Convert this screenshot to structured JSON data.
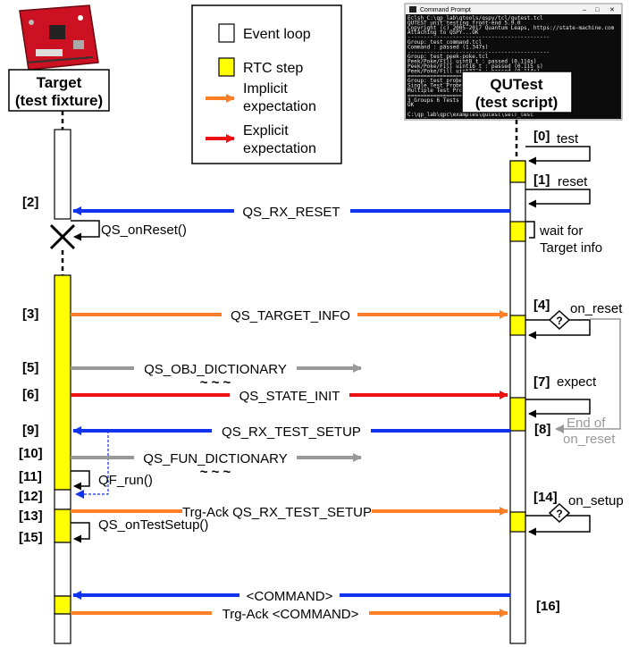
{
  "legend": {
    "event_loop": "Event loop",
    "rtc_step": "RTC step",
    "implicit_1": "Implicit",
    "implicit_2": "expectation",
    "explicit_1": "Explicit",
    "explicit_2": "expectation"
  },
  "target": {
    "title_1": "Target",
    "title_2": "(test fixture)",
    "board_icon": "circuit-board-icon"
  },
  "qutest": {
    "title_1": "QUTest",
    "title_2": "(test script)",
    "terminal": {
      "window_title": "Command Prompt",
      "lines": [
        "Eclsh C:\\qp_lab\\qtools/qspy/tcl/qutest.tcl",
        "QUTEST unit testing front-end 5.9.0",
        "Copyright (c) 2005-2017 Quantum Leaps, https://state-machine.com",
        "Attaching to QSPY...OK",
        "--------------------------------------------",
        "Group: test_command.tcl",
        "Command : passed (1.347s)",
        "--------------------------------------------",
        "Group: test_peek-poke.tcl",
        "Peek/Poke/Fill uint8_t : passed (0.114s)",
        "Peek/Poke/Fill uint16_t : passed (0.115 s)",
        "Peek/Poke/Fill uint32_t : passed (0.114s)",
        "==============================",
        "Group: test_probe.tcl",
        "Single Test Probe : passed",
        "Multiple Test Probes",
        "==============================",
        "3 Groups 6 Tests 0 F",
        "OK",
        "",
        "C:\\qp_lab\\qpc\\examples\\qutest\\self_test"
      ]
    }
  },
  "steps": {
    "s0": "[0]",
    "s1": "[1]",
    "s2": "[2]",
    "s3": "[3]",
    "s4": "[4]",
    "s5": "[5]",
    "s6": "[6]",
    "s7": "[7]",
    "s8": "[8]",
    "s9": "[9]",
    "s10": "[10]",
    "s11": "[11]",
    "s12": "[12]",
    "s13": "[13]",
    "s14": "[14]",
    "s15": "[15]",
    "s16": "[16]"
  },
  "notes": {
    "test": "test",
    "reset": "reset",
    "wait_1": "wait for",
    "wait_2": "Target info",
    "on_reset": "on_reset",
    "expect": "expect",
    "end_of_1": "End of",
    "end_of_2": "on_reset",
    "on_setup": "on_setup",
    "qs_onreset": "QS_onReset()",
    "qf_run": "QF_run()",
    "qs_ontestsetup": "QS_onTestSetup()",
    "decision_mark": "?"
  },
  "messages": {
    "rx_reset": "QS_RX_RESET",
    "target_info": "QS_TARGET_INFO",
    "obj_dictionary": "QS_OBJ_DICTIONARY",
    "tilde": "~ ~ ~",
    "state_init": "QS_STATE_INIT",
    "rx_test_setup": "QS_RX_TEST_SETUP",
    "fun_dictionary": "QS_FUN_DICTIONARY",
    "trg_ack_setup": "Trg-Ack QS_RX_TEST_SETUP",
    "command": "<COMMAND>",
    "trg_ack_command": "Trg-Ack <COMMAND>"
  },
  "colors": {
    "rtc_step": "#ffff00",
    "implicit": "#ff7f27",
    "explicit": "#ee1111",
    "rx": "#1133ee",
    "dictionary": "#999999",
    "terminal_bg": "#0c0c0c",
    "board": "#cc1122"
  }
}
